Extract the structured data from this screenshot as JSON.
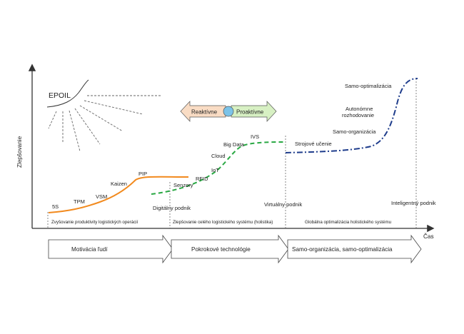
{
  "axes": {
    "y_label": "Zlepšovanie",
    "x_label": "Čas"
  },
  "epoil": {
    "label": "EPOIL"
  },
  "legend": {
    "reactive": "Reaktívne",
    "proactive": "Proaktívne",
    "colors": {
      "reactive": "#f9dcc4",
      "proactive": "#d7f0c3",
      "circle": "#7cc3e8"
    }
  },
  "curves": {
    "orange": {
      "color": "#f28a1e",
      "labels": [
        "5S",
        "TPM",
        "VSM",
        "Kaizen",
        "PIP"
      ]
    },
    "green": {
      "color": "#29a843",
      "labels": [
        "Senzory",
        "RFID",
        "IoT",
        "Cloud",
        "Big Data",
        "IVS"
      ]
    },
    "blue": {
      "color": "#1f3d8c",
      "labels": [
        "Strojové učenie",
        "Samo-organizácia",
        "Autonómne",
        "rozhodovanie",
        "Samo-optimalizácia"
      ]
    }
  },
  "milestones": [
    "Digitálny podnik",
    "Virtuálny podnik",
    "Inteligentný podnik"
  ],
  "phases": [
    "Zvyšovanie produktivity logistických operácií",
    "Zlepšovanie celého logistického systému (holistika)",
    "Globálna optimalizácia holistického systému"
  ],
  "arrows": [
    "Motivácia ľudí",
    "Pokrokové technológie",
    "Samo-organizácia, samo-optimalizácia"
  ]
}
